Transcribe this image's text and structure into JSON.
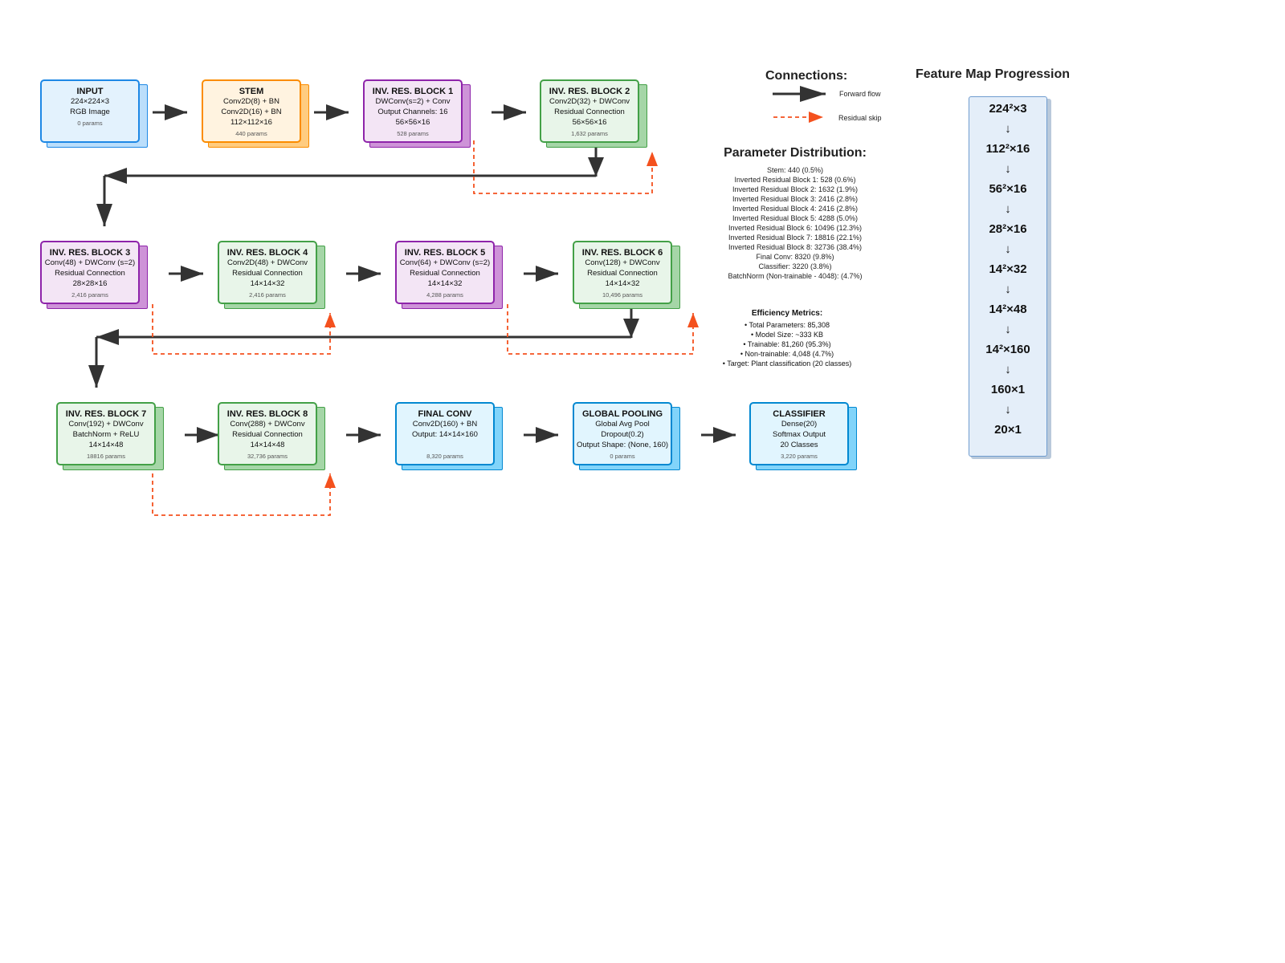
{
  "colors": {
    "input": {
      "face": "#e3f2fd",
      "border": "#1e88e5",
      "shadow": "#bbdefb"
    },
    "stem": {
      "face": "#fff3e0",
      "border": "#fb8c00",
      "shadow": "#ffcc80"
    },
    "purple": {
      "face": "#f3e5f5",
      "border": "#8e24aa",
      "shadow": "#ce93d8"
    },
    "green": {
      "face": "#e8f5e9",
      "border": "#43a047",
      "shadow": "#a5d6a7"
    },
    "blue": {
      "face": "#e1f5fe",
      "border": "#0288d1",
      "shadow": "#81d4fa"
    },
    "forward_arrow": "#333333",
    "residual_arrow": "#f4511e"
  },
  "blocks": [
    {
      "id": "input",
      "title": "INPUT",
      "lines": [
        "224×224×3",
        "RGB Image"
      ],
      "params": "0 params",
      "color": "input"
    },
    {
      "id": "stem",
      "title": "STEM",
      "lines": [
        "Conv2D(8) + BN",
        "Conv2D(16) + BN",
        "112×112×16"
      ],
      "params": "440 params",
      "color": "stem"
    },
    {
      "id": "inv1",
      "title": "INV. RES. BLOCK 1",
      "lines": [
        "DWConv(s=2) + Conv",
        "Output Channels: 16",
        "56×56×16"
      ],
      "params": "528 params",
      "color": "purple"
    },
    {
      "id": "inv2",
      "title": "INV. RES. BLOCK 2",
      "lines": [
        "Conv2D(32) + DWConv",
        "Residual Connection",
        "56×56×16"
      ],
      "params": "1,632 params",
      "color": "green"
    },
    {
      "id": "inv3",
      "title": "INV. RES. BLOCK 3",
      "lines": [
        "Conv(48) + DWConv (s=2)",
        "Residual Connection",
        "28×28×16"
      ],
      "params": "2,416 params",
      "color": "purple"
    },
    {
      "id": "inv4",
      "title": "INV. RES. BLOCK 4",
      "lines": [
        "Conv2D(48) + DWConv",
        "Residual Connection",
        "14×14×32"
      ],
      "params": "2,416 params",
      "color": "green"
    },
    {
      "id": "inv5",
      "title": "INV. RES. BLOCK 5",
      "lines": [
        "Conv(64) + DWConv (s=2)",
        "Residual Connection",
        "14×14×32"
      ],
      "params": "4,288 params",
      "color": "purple"
    },
    {
      "id": "inv6",
      "title": "INV. RES. BLOCK 6",
      "lines": [
        "Conv(128) + DWConv",
        "Residual Connection",
        "14×14×32"
      ],
      "params": "10,496 params",
      "color": "green"
    },
    {
      "id": "inv7",
      "title": "INV. RES. BLOCK 7",
      "lines": [
        "Conv(192) + DWConv",
        "BatchNorm + ReLU",
        "14×14×48"
      ],
      "params": "18816 params",
      "color": "green"
    },
    {
      "id": "inv8",
      "title": "INV. RES. BLOCK 8",
      "lines": [
        "Conv(288) + DWConv",
        "Residual Connection",
        "14×14×48"
      ],
      "params": "32,736 params",
      "color": "green"
    },
    {
      "id": "finalconv",
      "title": "FINAL CONV",
      "lines": [
        "Conv2D(160) + BN",
        "Output: 14×14×160",
        ""
      ],
      "params": "8,320 params",
      "color": "blue"
    },
    {
      "id": "pool",
      "title": "GLOBAL POOLING",
      "lines": [
        "Global Avg Pool",
        "Dropout(0.2)",
        "Output Shape: (None, 160)"
      ],
      "params": "0 params",
      "color": "blue"
    },
    {
      "id": "classifier",
      "title": "CLASSIFIER",
      "lines": [
        "Dense(20)",
        "Softmax Output",
        "20 Classes"
      ],
      "params": "3,220 params",
      "color": "blue"
    }
  ],
  "legend": {
    "title": "Connections:",
    "forward_label": "Forward flow",
    "residual_label": "Residual skip"
  },
  "parameter_distribution": {
    "title": "Parameter Distribution:",
    "items": [
      "Stem: 440 (0.5%)",
      "Inverted Residual Block 1: 528 (0.6%)",
      "Inverted Residual Block 2: 1632 (1.9%)",
      "Inverted Residual Block 3: 2416 (2.8%)",
      "Inverted Residual Block 4: 2416 (2.8%)",
      "Inverted Residual Block 5: 4288 (5.0%)",
      "Inverted Residual Block 6: 10496 (12.3%)",
      "Inverted Residual Block 7: 18816 (22.1%)",
      "Inverted Residual Block 8: 32736 (38.4%)",
      "Final Conv: 8320 (9.8%)",
      "Classifier: 3220 (3.8%)",
      "BatchNorm (Non-trainable - 4048): (4.7%)"
    ]
  },
  "efficiency_metrics": {
    "title": "Efficiency Metrics:",
    "items": [
      "• Total Parameters: 85,308",
      "• Model Size: ~333 KB",
      "• Trainable: 81,260 (95.3%)",
      "• Non-trainable: 4,048 (4.7%)",
      "• Target: Plant classification (20 classes)"
    ]
  },
  "feature_map": {
    "title": "Feature Map Progression",
    "arrow": "↓",
    "items": [
      "224²×3",
      "112²×16",
      "56²×16",
      "28²×16",
      "14²×32",
      "14²×48",
      "14²×160",
      "160×1",
      "20×1"
    ]
  }
}
